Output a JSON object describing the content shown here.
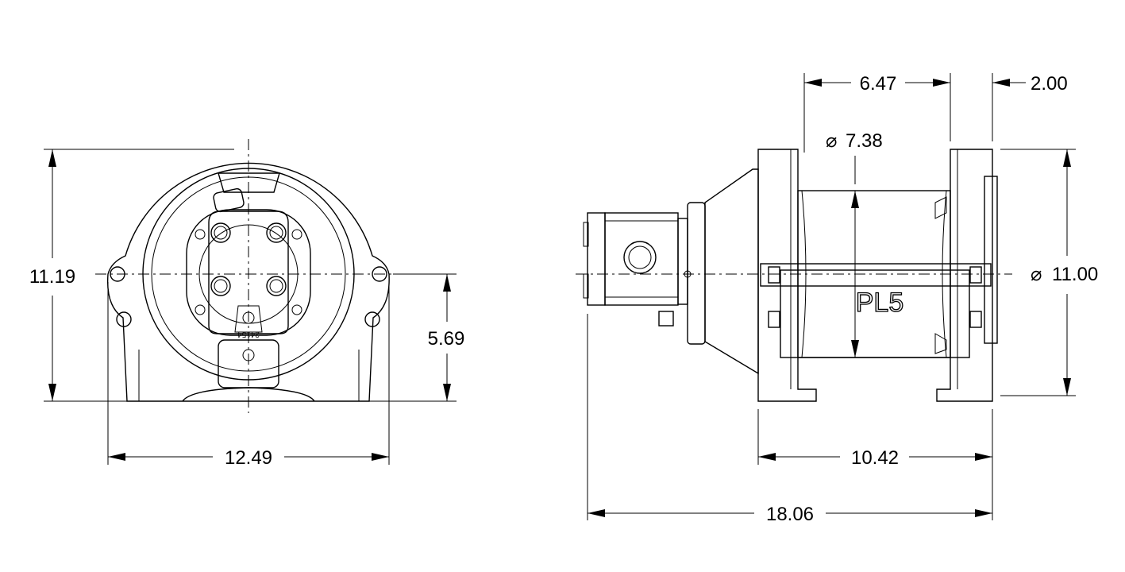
{
  "front_view": {
    "height_dim": "11.19",
    "center_height_dim": "5.69",
    "width_dim": "12.49",
    "casting_mark": "24154"
  },
  "side_view": {
    "drum_length_dim": "6.47",
    "flange_offset_dim": "2.00",
    "drum_diameter_dim": "7.38",
    "flange_diameter_dim": "11.00",
    "base_length_dim": "10.42",
    "overall_length_dim": "18.06",
    "model_label": "PL5",
    "diameter_symbol": "⌀"
  }
}
